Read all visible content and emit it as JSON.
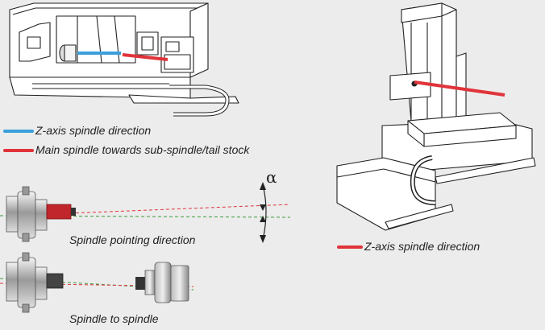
{
  "legend": {
    "z_axis": "Z-axis spindle direction",
    "main_spindle": "Main spindle towards sub-spindle/tail stock"
  },
  "captions": {
    "pointing": "Spindle pointing direction",
    "to_spindle": "Spindle to spindle",
    "right_z_axis": "Z-axis spindle direction"
  },
  "symbols": {
    "alpha": "α"
  },
  "colors": {
    "blue": "#3aa0dc",
    "red": "#e0343a",
    "green": "#3b9a3b",
    "stroke": "#222222",
    "background": "#ececec"
  }
}
